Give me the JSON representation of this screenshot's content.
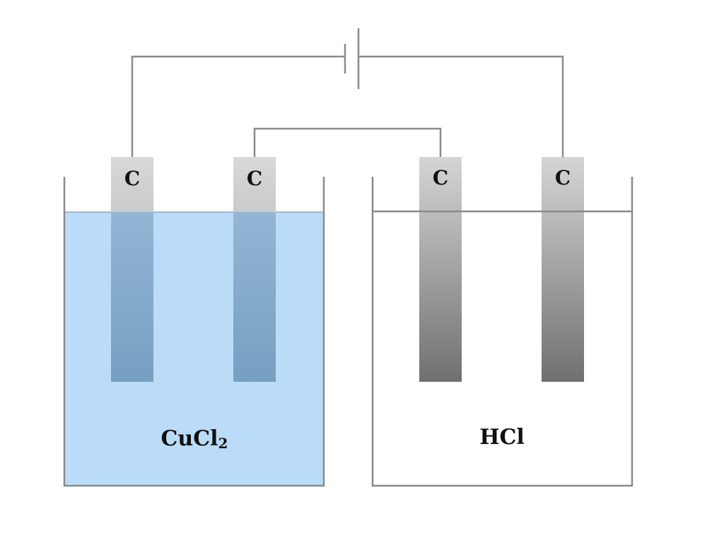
{
  "left_cell": {
    "electrode_1_label": "C",
    "electrode_2_label": "C",
    "solution_label": "CuCl",
    "solution_subscript": "2",
    "solution_color": "#bbdcf9"
  },
  "right_cell": {
    "electrode_1_label": "C",
    "electrode_2_label": "C",
    "solution_label": "HCl"
  },
  "colors": {
    "wire": "#8a8a8a",
    "electrode_top": "#d4d6d8",
    "electrode_bottom_dark": "#6f7071",
    "electrode_submerged_blue": "#7ba2c4"
  }
}
